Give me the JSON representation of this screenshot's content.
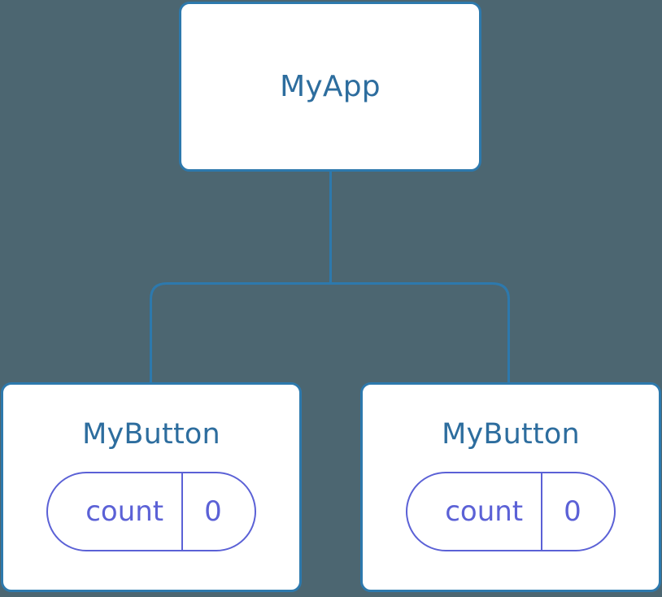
{
  "canvas": {
    "background_color": "#4c6671",
    "node_fill_color": "#ffffff",
    "node_border_color": "#2d79ad",
    "connector_color": "#2d79ad",
    "title_text_color": "#2d6d9e",
    "state_pill_color": "#5b61d6"
  },
  "tree": {
    "root": {
      "title": "MyApp"
    },
    "children": [
      {
        "title": "MyButton",
        "state": {
          "key": "count",
          "value": "0"
        }
      },
      {
        "title": "MyButton",
        "state": {
          "key": "count",
          "value": "0"
        }
      }
    ]
  }
}
